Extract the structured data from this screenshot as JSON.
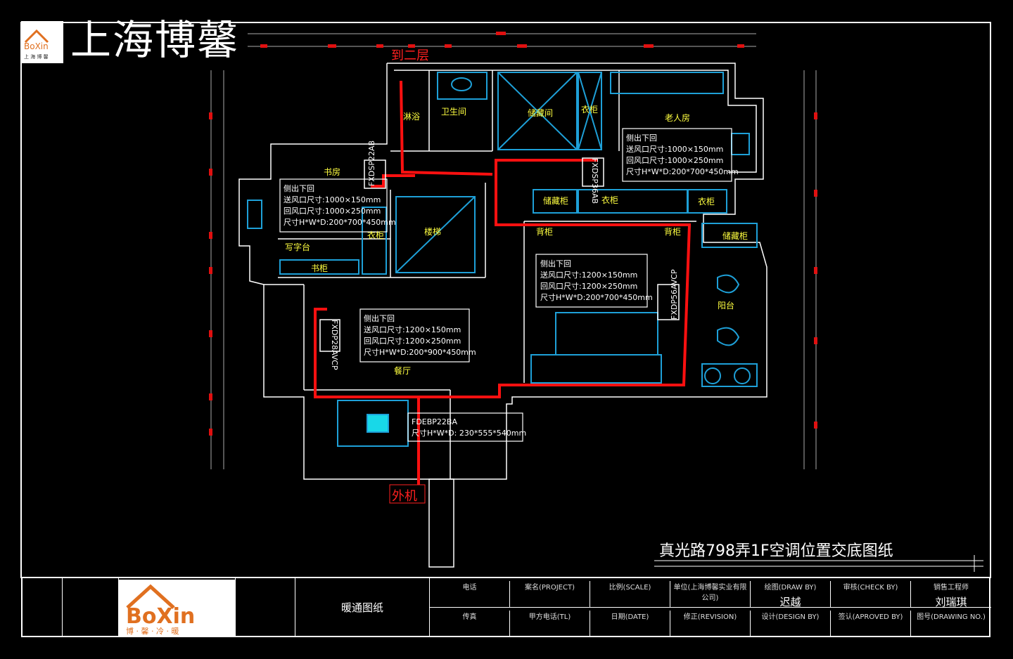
{
  "header": {
    "brand_title": "上海博馨",
    "logo_text": "BoXin",
    "logo_subtitle": "上 海 博 馨"
  },
  "plan": {
    "to_second_floor": "到二层",
    "outdoor_unit": "外机",
    "rooms": {
      "shower": "淋浴",
      "bathroom": "卫生间",
      "storage_room": "储藏间",
      "wardrobe_top": "衣柜",
      "elder_room": "老人房",
      "storage_cabinet_bed": "储藏柜",
      "wardrobe_bed_1": "衣柜",
      "wardrobe_bed_2": "衣柜",
      "study": "书房",
      "desk": "写字台",
      "wardrobe_study": "衣柜",
      "bookcase": "书柜",
      "stairs": "楼梯",
      "back_cabinet_1": "背柜",
      "back_cabinet_2": "背柜",
      "storage_cabinet_balcony": "储藏柜",
      "balcony": "阳台",
      "dining": "餐厅"
    },
    "units": {
      "study_unit": "FXDSP22AB",
      "bed_unit": "FXDSP36AB",
      "living_unit": "FXDP56AVCP",
      "dining_unit": "FXDP28AVCP"
    },
    "notes": [
      {
        "lines": [
          "侧出下回",
          "送风口尺寸:1000×150mm",
          "回风口尺寸:1000×250mm",
          "尺寸H*W*D:200*700*450mm"
        ]
      },
      {
        "lines": [
          "侧出下回",
          "送风口尺寸:1000×150mm",
          "回风口尺寸:1000×250mm",
          "尺寸H*W*D:200*700*450mm"
        ]
      },
      {
        "lines": [
          "侧出下回",
          "送风口尺寸:1200×150mm",
          "回风口尺寸:1200×250mm",
          "尺寸H*W*D:200*700*450mm"
        ]
      },
      {
        "lines": [
          "侧出下回",
          "送风口尺寸:1200×150mm",
          "回风口尺寸:1200×250mm",
          "尺寸H*W*D:200*900*450mm"
        ]
      },
      {
        "lines": [
          "FDEBP22BA",
          "尺寸H*W*D: 230*555*540mm"
        ]
      }
    ],
    "drawing_title": "真光路798弄1F空调位置交底图纸"
  },
  "title_block": {
    "drawing_type": "暖通图纸",
    "logo_slogan": "博 · 馨 · 冷 · 暖",
    "top_row": [
      {
        "label": "电话",
        "value": ""
      },
      {
        "label": "案名(PROJECT)",
        "value": ""
      },
      {
        "label": "比例(SCALE)",
        "value": ""
      },
      {
        "label": "单位(上海博馨实业有限公司)",
        "value": ""
      },
      {
        "label": "绘图(DRAW BY)",
        "value": "迟越"
      },
      {
        "label": "审核(CHECK BY)",
        "value": ""
      },
      {
        "label": "销售工程师",
        "value": "刘瑞琪"
      }
    ],
    "bottom_row": [
      {
        "label": "传真"
      },
      {
        "label": "甲方电话(TL)"
      },
      {
        "label": "日期(DATE)"
      },
      {
        "label": "修正(REVISION)"
      },
      {
        "label": "设计(DESIGN BY)"
      },
      {
        "label": "签认(APROVED BY)"
      },
      {
        "label": "图号(DRAWING NO.)"
      }
    ]
  },
  "colors": {
    "wall": "#ffffff",
    "furniture": "#1ea0d8",
    "pipe": "#ff1010",
    "label": "#ffff40",
    "dim": "#ff2020"
  }
}
